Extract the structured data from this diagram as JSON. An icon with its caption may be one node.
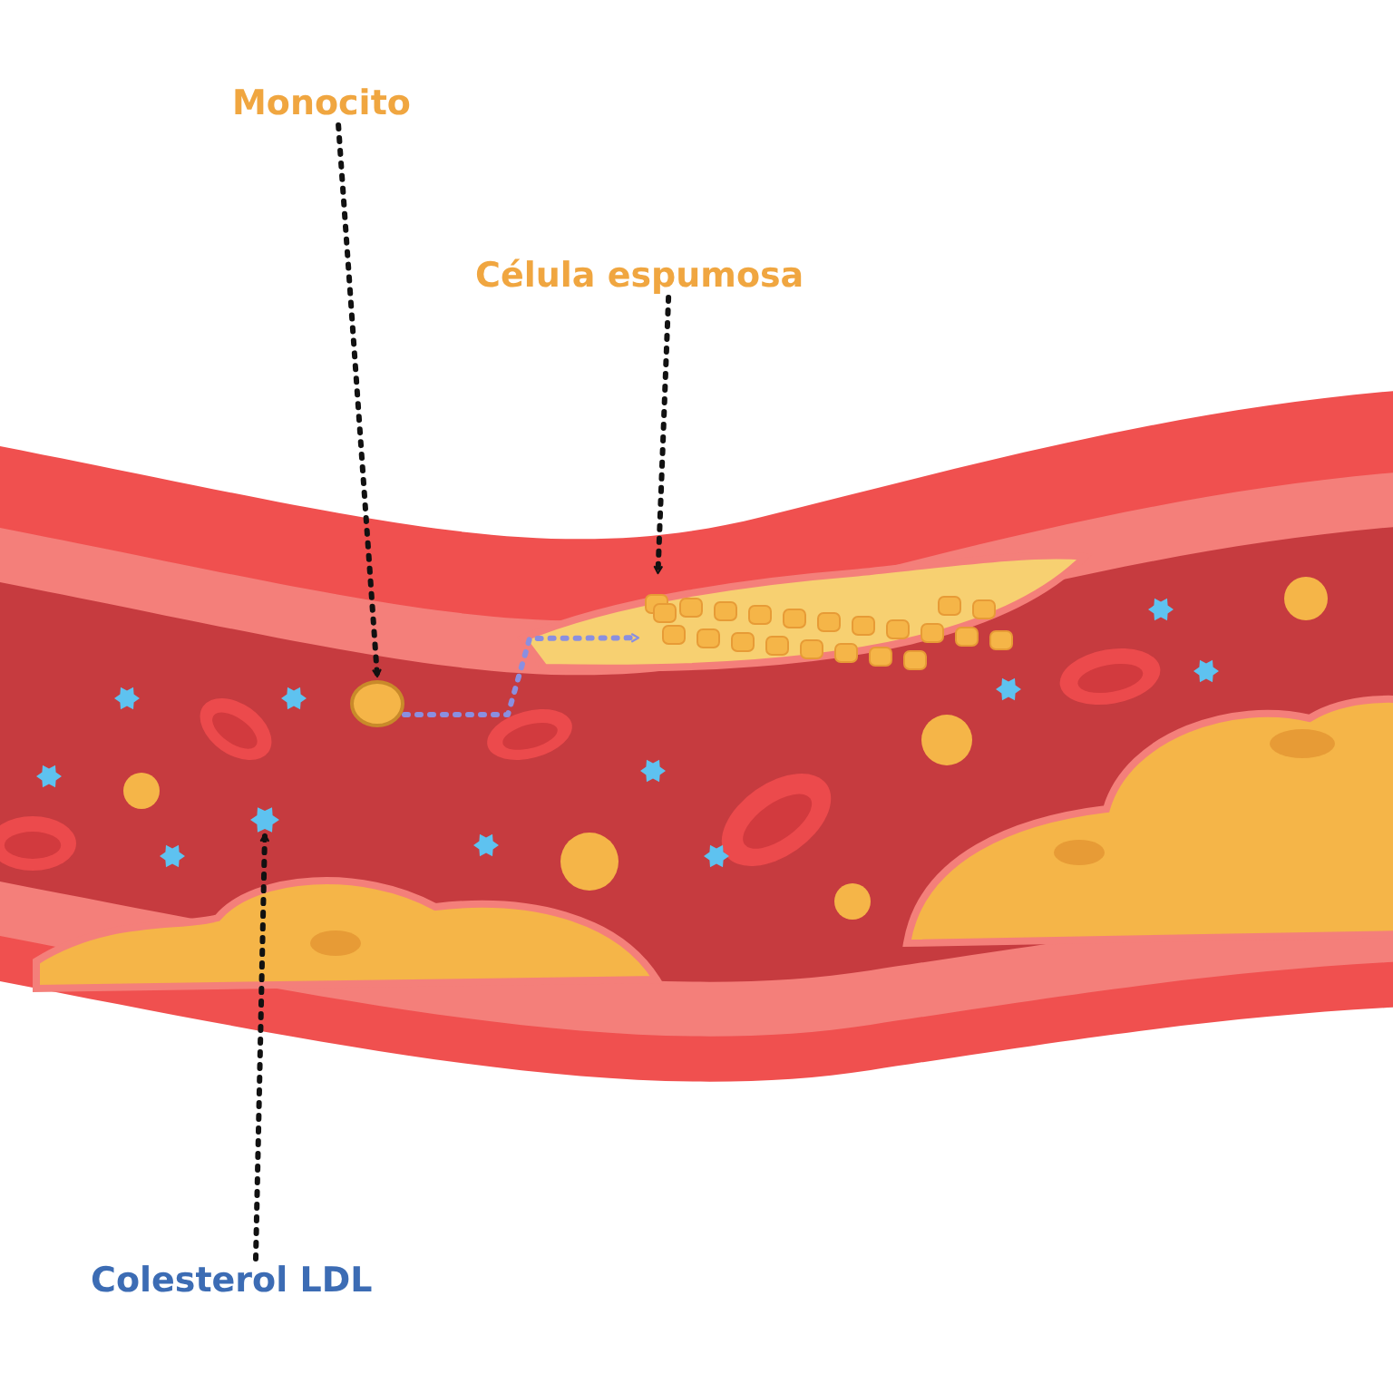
{
  "diagram": {
    "nodes": [
      {
        "text": [
          "Monocito"
        ]
      },
      {
        "text": [],
        "shape": "circle"
      },
      {
        "text": [
          "Célula espumosa"
        ]
      },
      {
        "text": [],
        "shape": "picture"
      },
      {
        "text": [
          "Colesterol LDL"
        ]
      },
      {
        "text": [],
        "shape": "picture"
      }
    ],
    "edges": [
      {
        "from": 0,
        "to": 1,
        "arrow": "to",
        "style": "dashed"
      },
      {
        "from": 2,
        "to": 3,
        "arrow": "to",
        "style": "dashed"
      },
      {
        "from": 4,
        "to": 5,
        "arrow": "to",
        "style": "dashed"
      },
      {
        "from": 1,
        "to": 3,
        "arrow": "to",
        "style": "dashed",
        "color": "#8a8fe0"
      }
    ]
  }
}
